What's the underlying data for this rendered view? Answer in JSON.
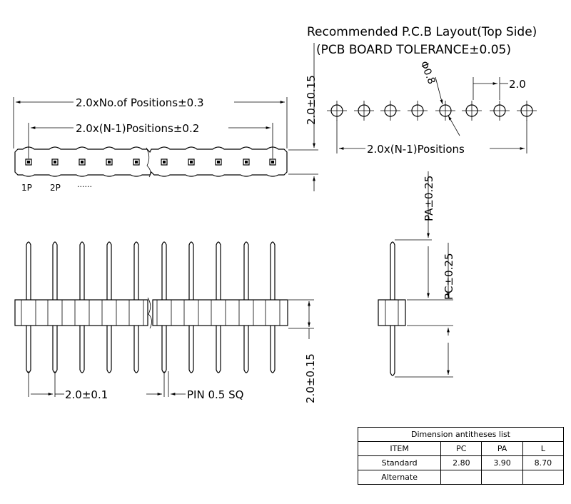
{
  "header": {
    "title": "Recommended P.C.B Layout(Top Side)",
    "subtitle": "(PCB BOARD TOLERANCE±0.05)"
  },
  "top_view": {
    "overall_length": "2.0xNo.of Positions±0.3",
    "pitch_span": "2.0x(N-1)Positions±0.2",
    "height": "2.0±0.15",
    "pin1": "1P",
    "pin2": "2P",
    "ellipsis": "......"
  },
  "pcb_layout": {
    "hole_dia": "Φ0.8",
    "pitch": "2.0",
    "span": "2.0x(N-1)Positions"
  },
  "side_view": {
    "pitch": "2.0±0.1",
    "pin_size": "PIN 0.5 SQ",
    "body_height": "2.0±0.15"
  },
  "end_view": {
    "pa": "PA±0.25",
    "pc": "PC±0.25"
  },
  "table": {
    "title": "Dimension antitheses list",
    "headers": [
      "ITEM",
      "PC",
      "PA",
      "L"
    ],
    "rows": [
      {
        "item": "Standard",
        "pc": "2.80",
        "pa": "3.90",
        "l": "8.70"
      },
      {
        "item": "Alternate",
        "pc": "",
        "pa": "",
        "l": ""
      }
    ]
  }
}
